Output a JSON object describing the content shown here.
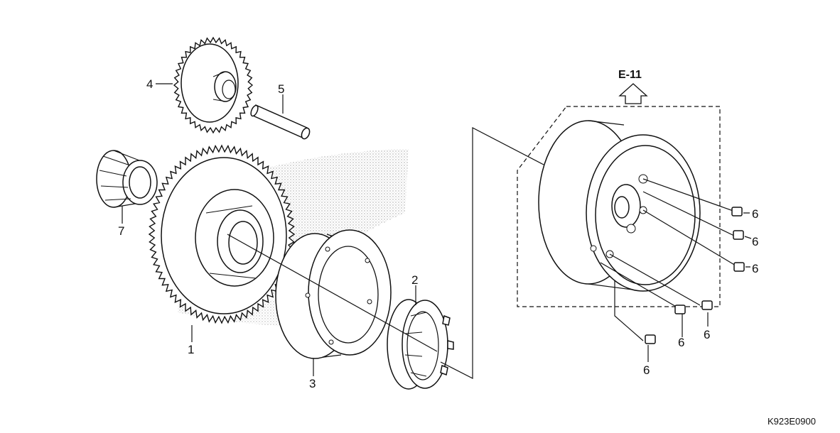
{
  "parts": {
    "p1": "1",
    "p2": "2",
    "p3": "3",
    "p4": "4",
    "p5": "5",
    "p6a": "6",
    "p6b": "6",
    "p6c": "6",
    "p6d": "6",
    "p6e": "6",
    "p6f": "6",
    "p7": "7"
  },
  "section_ref": "E-11",
  "drawing_code": "K923E0900"
}
